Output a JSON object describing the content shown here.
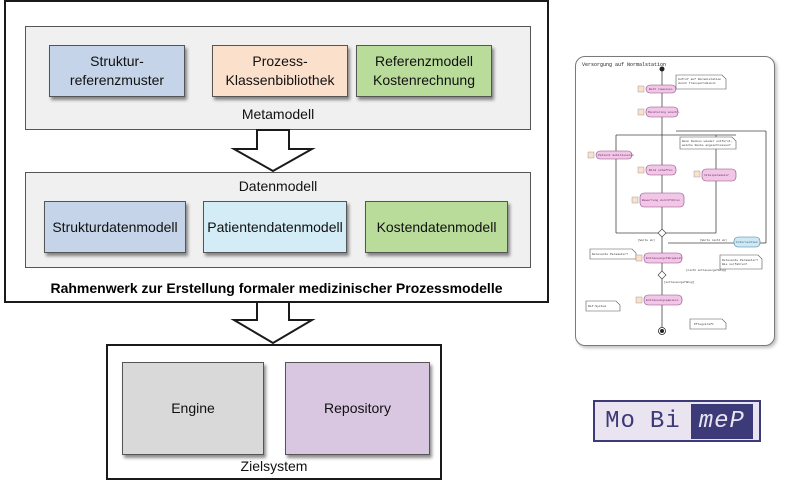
{
  "framework": {
    "title": "Rahmenwerk zur Erstellung formaler medizinischer Prozessmodelle",
    "metamodell": {
      "label": "Metamodell",
      "boxes": [
        {
          "text": "Struktur-\nreferenzmuster",
          "color": "#c5d4e8"
        },
        {
          "text": "Prozess-\nKlassenbibliothek",
          "color": "#fbe0cc"
        },
        {
          "text": "Referenzmodell\nKostenrechnung",
          "color": "#b9dc9b"
        }
      ]
    },
    "datenmodell": {
      "label": "Datenmodell",
      "boxes": [
        {
          "text": "Strukturdatenmodell",
          "color": "#c5d4e8"
        },
        {
          "text": "Patientendatenmodell",
          "color": "#d3ecf6"
        },
        {
          "text": "Kostendatenmodell",
          "color": "#b9dc9b"
        }
      ]
    }
  },
  "zielsystem": {
    "label": "Zielsystem",
    "boxes": [
      {
        "text": "Engine",
        "color": "#d9d9d9"
      },
      {
        "text": "Repository",
        "color": "#d9c6e0"
      }
    ]
  },
  "process_thumbnail": {
    "title": "Versorgung auf Normalstation",
    "notes": [
      "Aufruf auf Normalstation durch Transportdienst",
      "Wenn Decken wieder entfernt, welche Decke angeschlossen?",
      "Relevante Parameter?",
      "Relevante Parameter? Wie verfahren?",
      "Pflegekraft",
      "Ref-System"
    ],
    "activities": [
      "Bett zuweisen",
      "Monitoring anschließen",
      "Patient mobilisieren",
      "Bild schaffen",
      "Vitalparameter kontrollieren",
      "Intervention",
      "Entlassungsfähigkeit prüfen",
      "Entlassungspapiere anfragen"
    ],
    "conditions": [
      "[Werte ok]",
      "[Werte nicht ok]",
      "[entlassungsfähig]",
      "[nicht entlassungsfähig]"
    ]
  },
  "logo": {
    "segments": [
      "Mo",
      "Bi",
      "meP"
    ],
    "brand_color": "#3c3a78",
    "bg_color": "#e9e4ef"
  }
}
